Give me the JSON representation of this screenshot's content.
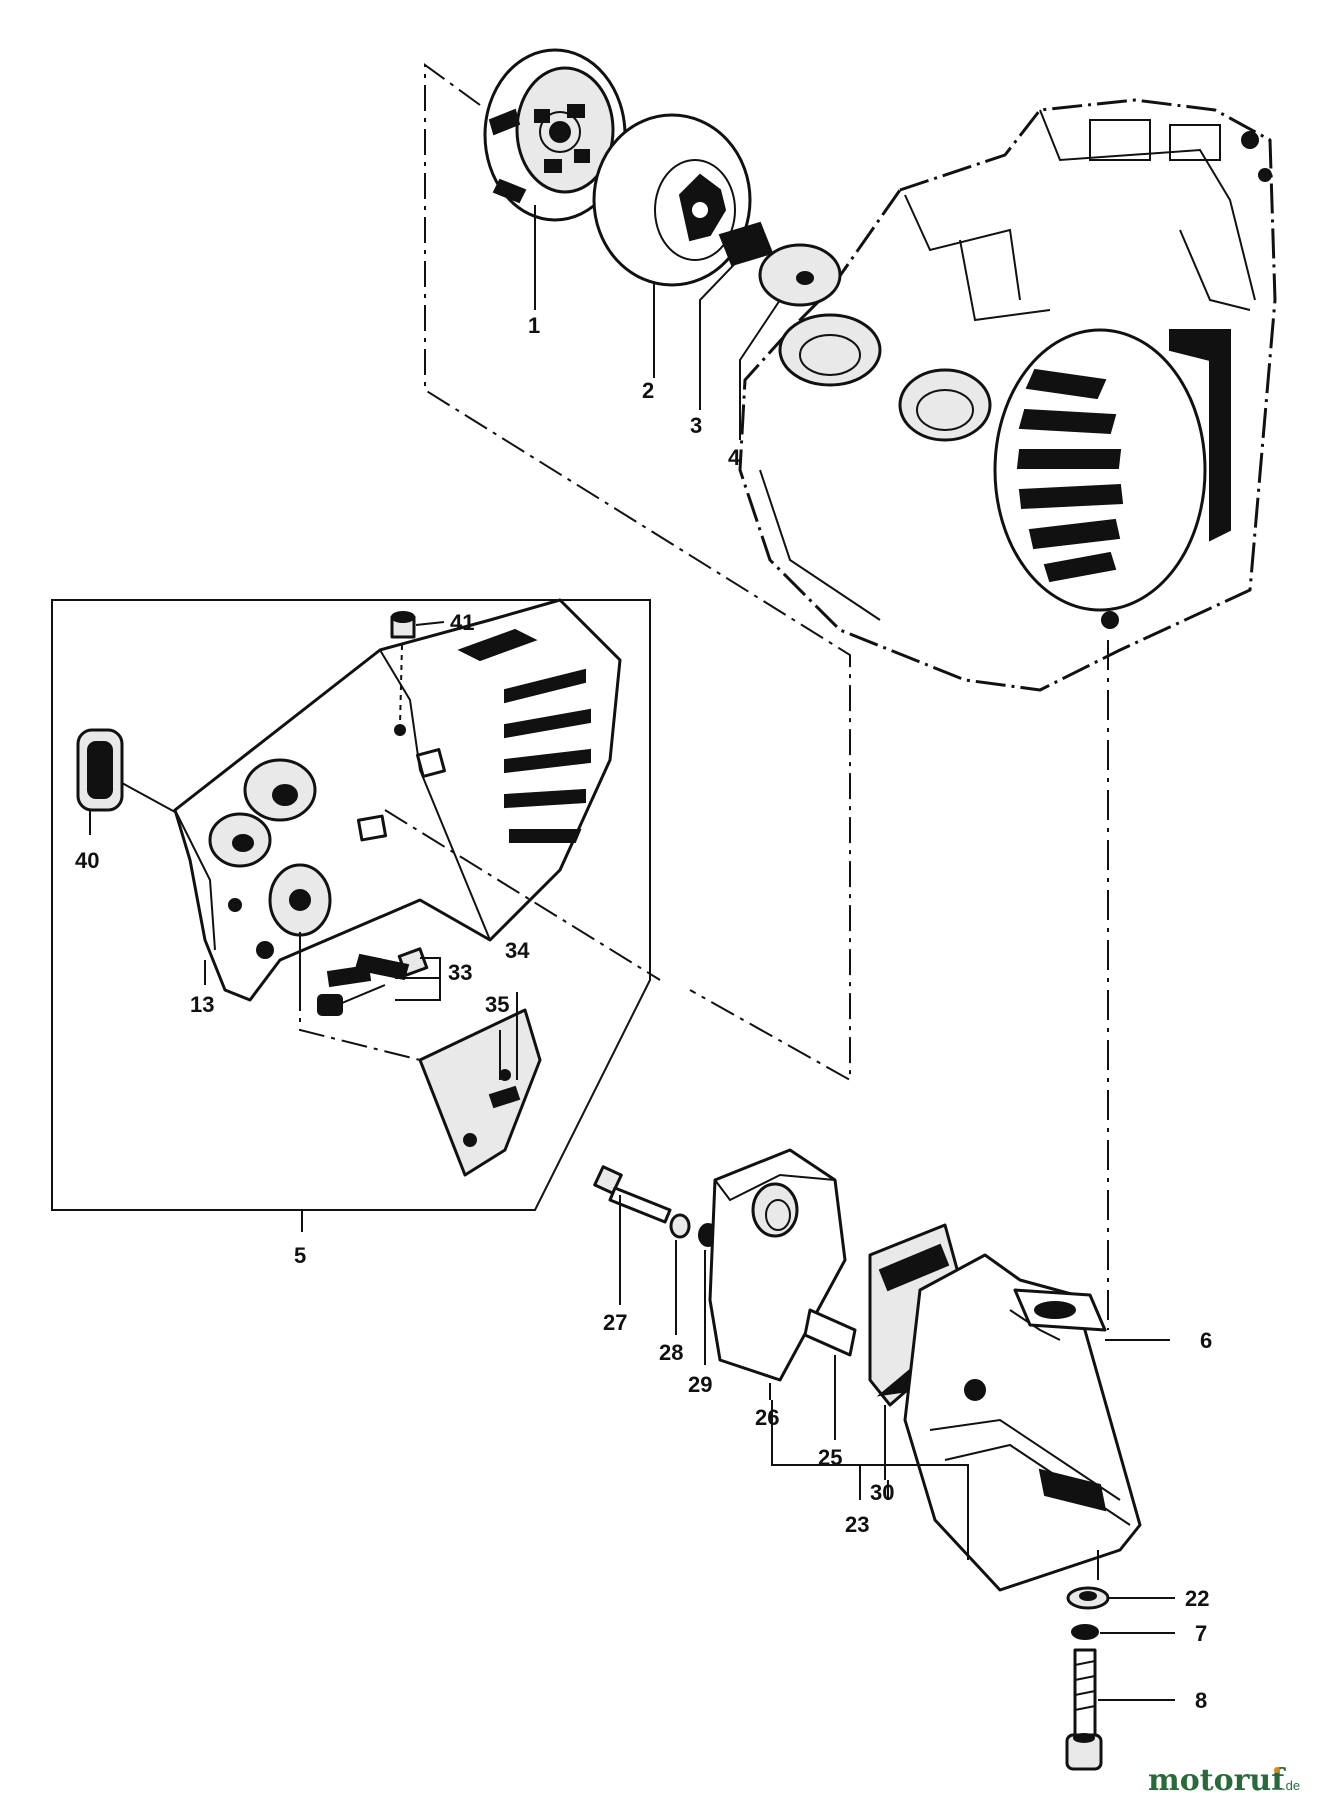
{
  "callouts": {
    "c1": "1",
    "c2": "2",
    "c3": "3",
    "c4": "4",
    "c5": "5",
    "c6": "6",
    "c7": "7",
    "c8": "8",
    "c13": "13",
    "c22": "22",
    "c23": "23",
    "c25": "25",
    "c26": "26",
    "c27": "27",
    "c28": "28",
    "c29": "29",
    "c30": "30",
    "c33": "33",
    "c34": "34",
    "c35": "35",
    "c40": "40",
    "c41": "41"
  },
  "watermark": {
    "brand": "motoruf",
    "tld": ".de"
  },
  "colors": {
    "ink": "#111111",
    "paper": "#ffffff",
    "watermark_brand": "#2a6a3a",
    "watermark_dot": "#d98a1e"
  }
}
